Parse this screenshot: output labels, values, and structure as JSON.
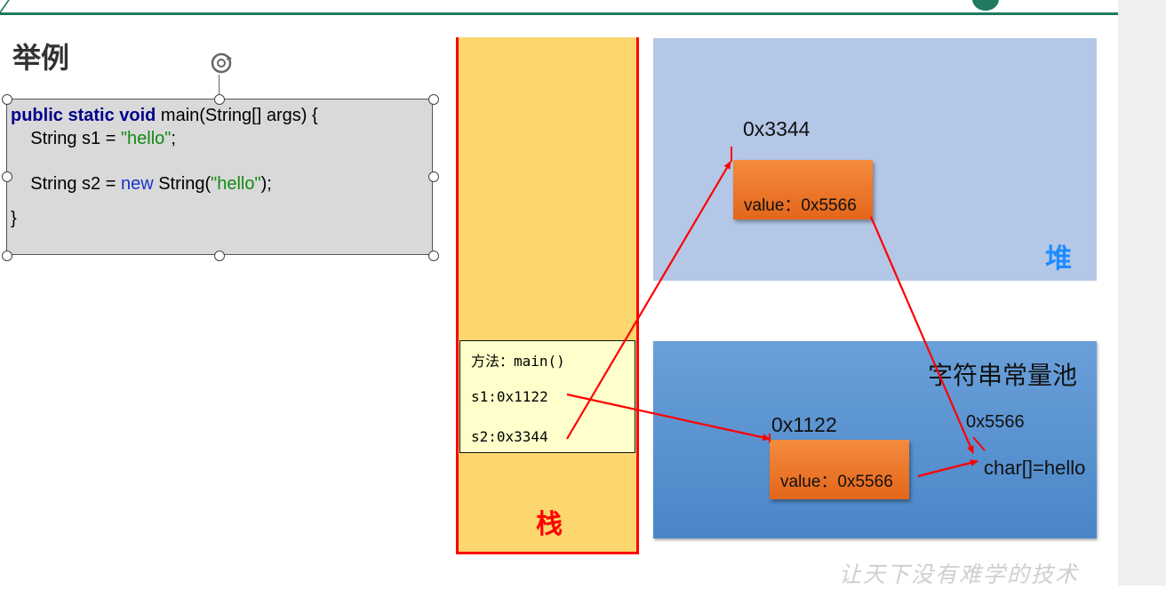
{
  "slide": {
    "section_title": "举例",
    "watermark": "让天下没有难学的技术"
  },
  "code": {
    "line1_kw": "public static void",
    "line1_rest": " main(String[] args) {",
    "line2_pre": "    String s1 = ",
    "line2_str": "\"hello\"",
    "line2_post": ";",
    "line3_pre": "    String s2 = ",
    "line3_kw": "new",
    "line3_mid": " String(",
    "line3_str": "\"hello\"",
    "line3_post": ");",
    "line4": "}"
  },
  "stack": {
    "label": "栈",
    "frame_method": "方法：main()",
    "frame_s1": "s1:0x1122",
    "frame_s2": "s2:0x3344"
  },
  "heap": {
    "label": "堆",
    "object_address": "0x3344",
    "object_value": "value：0x5566"
  },
  "string_pool": {
    "label": "字符串常量池",
    "object_address": "0x1122",
    "object_value": "value：0x5566",
    "char_array_address": "0x5566",
    "char_array": "char[]=hello"
  },
  "colors": {
    "stack_fill": "#fcd76e",
    "stack_border": "#ff0000",
    "heap_fill": "#b4c7e7",
    "pool_fill": "#5b9bd5",
    "object_fill": "#ed7d31",
    "arrow": "#ff0000"
  },
  "icons": {
    "rotate_handle": "rotate-icon"
  }
}
